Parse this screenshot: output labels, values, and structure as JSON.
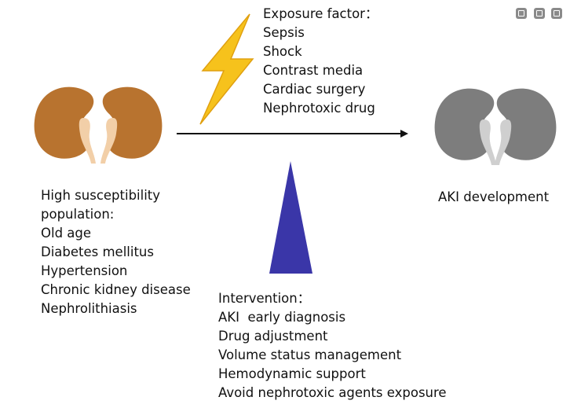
{
  "toolbar": {
    "icons": [
      "window-icon",
      "monitor-icon",
      "trash-icon"
    ]
  },
  "exposure": {
    "title": "Exposure factor：",
    "items": [
      "Sepsis",
      "Shock",
      "Contrast media",
      "Cardiac surgery",
      "Nephrotoxic drug"
    ]
  },
  "susceptibility": {
    "title": "High susceptibility",
    "title2": "population:",
    "items": [
      "Old age",
      "Diabetes mellitus",
      "Hypertension",
      "Chronic kidney disease",
      "Nephrolithiasis"
    ]
  },
  "outcome": {
    "label": "AKI development"
  },
  "intervention": {
    "title": "Intervention：",
    "items": [
      "AKI  early diagnosis",
      "Drug adjustment",
      "Volume status management",
      "Hemodynamic support",
      "Avoid nephrotoxic agents exposure"
    ]
  },
  "colors": {
    "healthy_kidney": "#b8732f",
    "damaged_kidney": "#7d7d7d",
    "ureter": "#f2cfa8",
    "bolt": "#f6c21c",
    "triangle": "#3a36a8"
  }
}
